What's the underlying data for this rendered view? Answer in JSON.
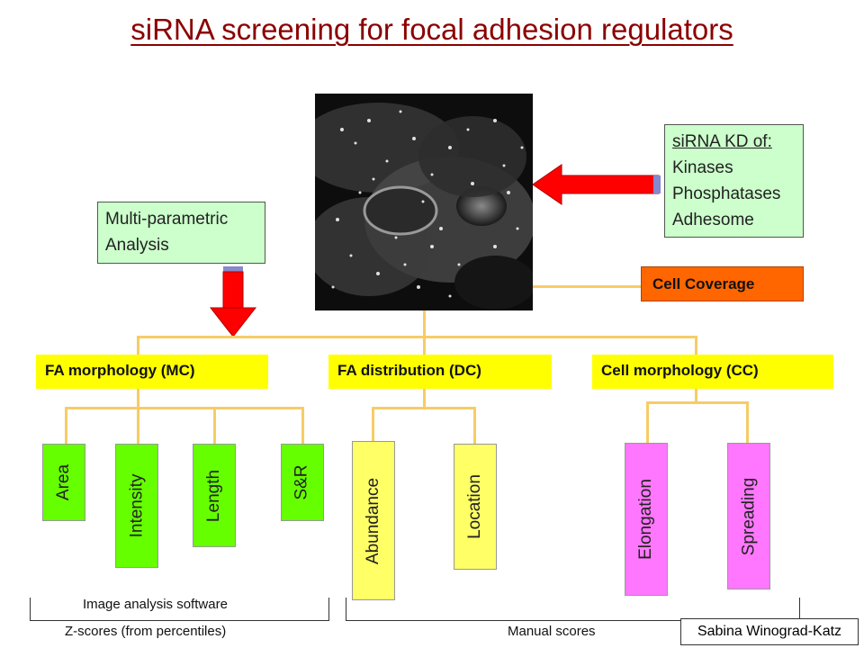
{
  "title": "siRNA screening for focal adhesion regulators",
  "knockdown_box": {
    "heading": "siRNA KD of:",
    "items": [
      "Kinases",
      "Phosphatases",
      "Adhesome"
    ]
  },
  "analysis_box": {
    "line1": "Multi-parametric",
    "line2": "Analysis"
  },
  "cell_coverage": "Cell Coverage",
  "categories": [
    {
      "label": "FA morphology (MC)",
      "children": [
        "Area",
        "Intensity",
        "Length",
        "S&R"
      ]
    },
    {
      "label": "FA distribution (DC)",
      "children": [
        "Abundance",
        "Location"
      ]
    },
    {
      "label": "Cell morphology (CC)",
      "children": [
        "Elongation",
        "Spreading"
      ]
    }
  ],
  "brackets": {
    "image_analysis": "Image analysis software",
    "z_scores": "Z-scores (from percentiles)",
    "manual": "Manual scores"
  },
  "author": "Sabina Winograd-Katz",
  "colors": {
    "title": "#8b0000",
    "arrow": "#ff0000",
    "connector": "#f7cc66",
    "category_box": "#ffff00",
    "mc_leaf": "#66ff00",
    "dc_leaf": "#ffff66",
    "cc_leaf": "#ff77ff",
    "coverage": "#ff6600",
    "note_box": "#ccffcc"
  }
}
